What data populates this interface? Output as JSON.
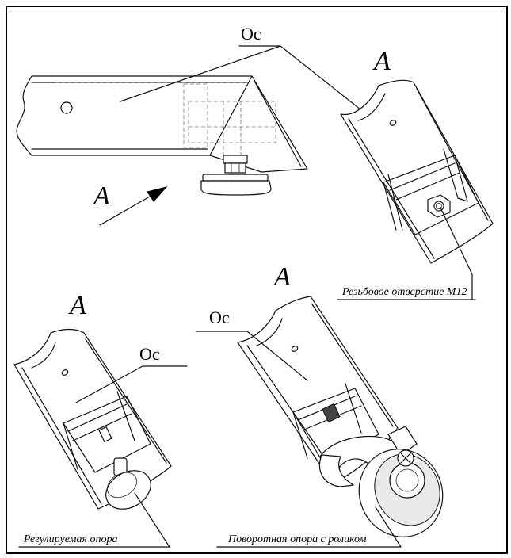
{
  "labels": {
    "view_arrow_main": "A",
    "view_top_right": "A",
    "view_bottom_left": "A",
    "view_bottom_center": "A",
    "oc_top": "Oc",
    "oc_bottom_left": "Oc",
    "oc_bottom_center": "Oc"
  },
  "captions": {
    "thread_hole": "Резьбовое отверстие М12",
    "adjustable_foot": "Регулируемая опора",
    "swivel_caster": "Поворотная опора с роликом"
  }
}
